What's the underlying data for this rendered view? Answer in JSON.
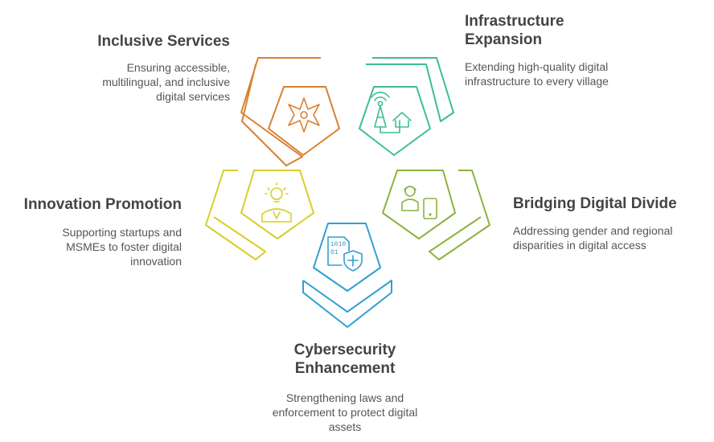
{
  "colors": {
    "orange": "#D8802F",
    "teal": "#3DBF8C",
    "green": "#8DB23F",
    "yellow": "#D8CE2A",
    "blue": "#2F9FD3",
    "title_text": "#444444",
    "body_text": "#555555"
  },
  "items": [
    {
      "title": "Inclusive Services",
      "desc": "Ensuring accessible, multilingual, and inclusive digital services",
      "icon": "compass-star-icon",
      "color": "orange"
    },
    {
      "title": "Infrastructure Expansion",
      "desc": "Extending high-quality digital infrastructure to every village",
      "icon": "tower-house-icon",
      "color": "teal"
    },
    {
      "title": "Bridging Digital Divide",
      "desc": "Addressing gender and regional disparities in digital access",
      "icon": "person-tablet-icon",
      "color": "green"
    },
    {
      "title": "Innovation Promotion",
      "desc": "Supporting startups and MSMEs to foster digital innovation",
      "icon": "lightbulb-person-icon",
      "color": "yellow"
    },
    {
      "title": "Cybersecurity Enhancement",
      "desc": "Strengthening laws and enforcement to protect digital assets",
      "icon": "shield-file-icon",
      "color": "blue"
    }
  ]
}
